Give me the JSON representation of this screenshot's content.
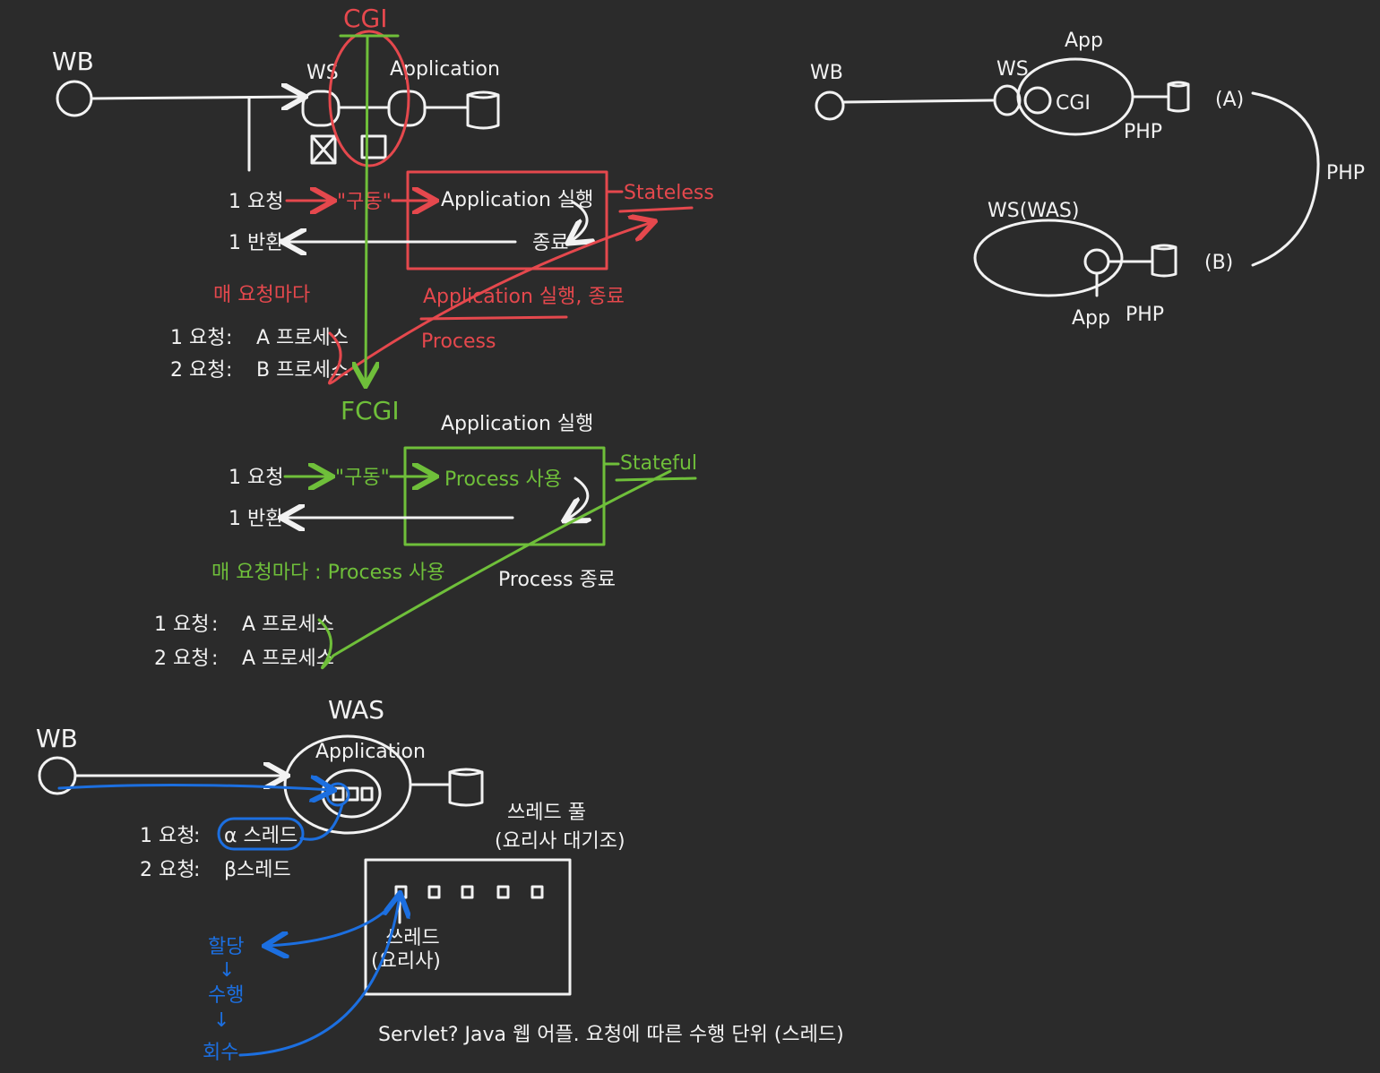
{
  "colors": {
    "background": "#2b2b2b",
    "white": "#f2f2f2",
    "red": "#e5484d",
    "green": "#6fbf3a",
    "blue": "#1c6fe0"
  },
  "cgi_diagram": {
    "title": "CGI",
    "wb": "WB",
    "ws": "WS",
    "application": "Application",
    "req1": "1 요청",
    "arrow_label": "\"구동\"",
    "box_run": "Application 실행",
    "stateless": "Stateless",
    "resp1": "1 반환",
    "box_end": "종료",
    "every_request": "매 요청마다",
    "app_run_end": "Application 실행, 종료",
    "process": "Process",
    "req1_line": "1 요청",
    "req1_proc": "A 프로세스",
    "req2_line": "2 요청",
    "req2_proc": "B 프로세스",
    "colon": ":"
  },
  "fcgi_diagram": {
    "title": "FCGI",
    "app_run": "Application 실행",
    "req1": "1 요청",
    "arrow_label": "\"구동\"",
    "box_use": "Process 사용",
    "stateful": "Stateful",
    "resp1": "1 반환",
    "every_request": "매 요청마다 : Process 사용",
    "process_end": "Process 종료",
    "req1_line": "1 요청",
    "req1_proc": "A 프로세스",
    "req2_line": "2 요청",
    "req2_proc": "A 프로세스",
    "colon": ":"
  },
  "was_diagram": {
    "wb": "WB",
    "was": "WAS",
    "application": "Application",
    "req1": "1 요청",
    "req1_thread": "α 스레드",
    "req2": "2 요청",
    "req2_thread": "β스레드",
    "thread_pool": "쓰레드 풀",
    "pool_sub": "(요리사 대기조)",
    "thread_label": "쓰레드",
    "thread_sub": "(요리사)",
    "alloc": "할당",
    "exec": "수행",
    "reclaim": "회수",
    "down_arrow": "↓",
    "servlet": "Servlet? Java 웹 어플. 요청에 따른 수행 단위 (스레드)",
    "colon": ":"
  },
  "php_diagram": {
    "wb": "WB",
    "ws": "WS",
    "app": "App",
    "cgi": "CGI",
    "php_under": "PHP",
    "label_a": "(A)",
    "label_b": "(B)",
    "php_side": "PHP",
    "ws_was": "WS(WAS)",
    "app_bottom": "App",
    "php_bottom": "PHP"
  }
}
